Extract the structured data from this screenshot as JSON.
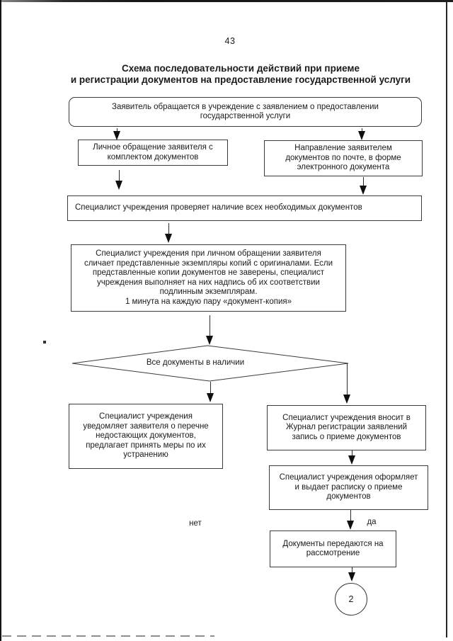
{
  "page": {
    "number": "43",
    "title_lines": [
      "Схема последовательности действий при приеме",
      "и регистрации документов на предоставление государственной услуги"
    ]
  },
  "flowchart": {
    "nodes": {
      "start": {
        "lines": [
          "Заявитель обращается в учреждение с заявлением о предоставлении",
          "государственной услуги"
        ]
      },
      "personal_visit": {
        "lines": [
          "Личное обращение заявителя с",
          "комплектом документов"
        ]
      },
      "mail_submission": {
        "lines": [
          "Направление заявителем",
          "документов по почте, в форме",
          "электронного документа"
        ]
      },
      "check_documents": {
        "lines": [
          "Специалист учреждения проверяет наличие всех необходимых документов"
        ]
      },
      "compare_copies": {
        "lines": [
          "Специалист учреждения при личном обращении заявителя",
          "сличает представленные экземпляры копий с оригиналами. Если",
          "представленные копии документов не заверены, специалист",
          "учреждения выполняет на них надпись об их соответствии",
          "подлинным экземплярам.",
          "1 минута на каждую пару «документ-копия»"
        ]
      },
      "decision": {
        "lines": [
          "Все документы в наличии"
        ]
      },
      "notify_missing": {
        "lines": [
          "Специалист учреждения",
          "уведомляет заявителя о перечне",
          "недостающих документов,",
          "предлагает принять меры по их",
          "устранению"
        ]
      },
      "journal_entry": {
        "lines": [
          "Специалист учреждения вносит в",
          "Журнал регистрации заявлений",
          "запись о приеме документов"
        ]
      },
      "issue_receipt": {
        "lines": [
          "Специалист учреждения оформляет",
          "и выдает расписку о приеме",
          "документов"
        ]
      },
      "transfer": {
        "lines": [
          "Документы передаются на",
          "рассмотрение"
        ]
      },
      "connector_2": {
        "label": "2"
      }
    },
    "edge_labels": {
      "no": "нет",
      "yes": "да"
    }
  },
  "colors": {
    "paper": "#ffffff",
    "ink": "#1a1a1a",
    "box_border": "#3a3a3a"
  }
}
